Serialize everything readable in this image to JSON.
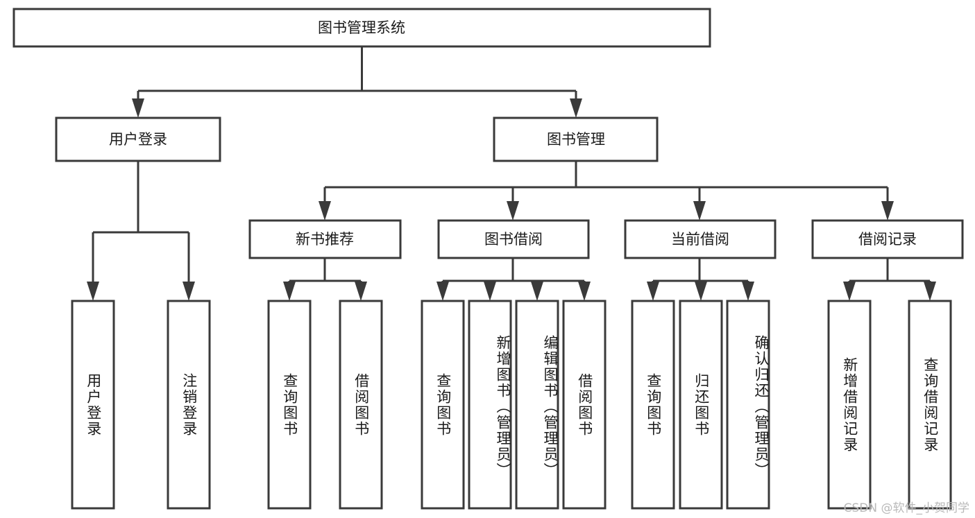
{
  "diagram": {
    "type": "tree-hierarchy",
    "title": "图书管理系统",
    "watermark": "CSDN @软件_小贺同学",
    "colors": {
      "box_fill": "#ffffff",
      "box_stroke": "#3a3a3a",
      "connector": "#3a3a3a",
      "text": "#1a1a1a",
      "watermark": "#b9b9b9",
      "background": "#ffffff"
    },
    "root": {
      "label": "图书管理系统",
      "orientation": "horizontal"
    },
    "level2": [
      {
        "label": "用户登录",
        "orientation": "horizontal"
      },
      {
        "label": "图书管理",
        "orientation": "horizontal"
      }
    ],
    "level3": [
      {
        "label": "新书推荐",
        "orientation": "horizontal",
        "parent": "图书管理"
      },
      {
        "label": "图书借阅",
        "orientation": "horizontal",
        "parent": "图书管理"
      },
      {
        "label": "当前借阅",
        "orientation": "horizontal",
        "parent": "图书管理"
      },
      {
        "label": "借阅记录",
        "orientation": "horizontal",
        "parent": "图书管理"
      }
    ],
    "leaves": {
      "user_login": [
        {
          "label": "用户登录",
          "orientation": "vertical"
        },
        {
          "label": "注销登录",
          "orientation": "vertical"
        }
      ],
      "new_book_recommend": [
        {
          "label": "查询图书",
          "orientation": "vertical"
        },
        {
          "label": "借阅图书",
          "orientation": "vertical"
        }
      ],
      "book_borrow": [
        {
          "label": "查询图书",
          "orientation": "vertical"
        },
        {
          "label": "新增图书（管理员）",
          "orientation": "vertical"
        },
        {
          "label": "编辑图书（管理员）",
          "orientation": "vertical"
        },
        {
          "label": "借阅图书",
          "orientation": "vertical"
        }
      ],
      "current_borrow": [
        {
          "label": "查询图书",
          "orientation": "vertical"
        },
        {
          "label": "归还图书",
          "orientation": "vertical"
        },
        {
          "label": "确认归还（管理员）",
          "orientation": "vertical"
        }
      ],
      "borrow_record": [
        {
          "label": "新增借阅记录",
          "orientation": "vertical"
        },
        {
          "label": "查询借阅记录",
          "orientation": "vertical"
        }
      ]
    }
  }
}
